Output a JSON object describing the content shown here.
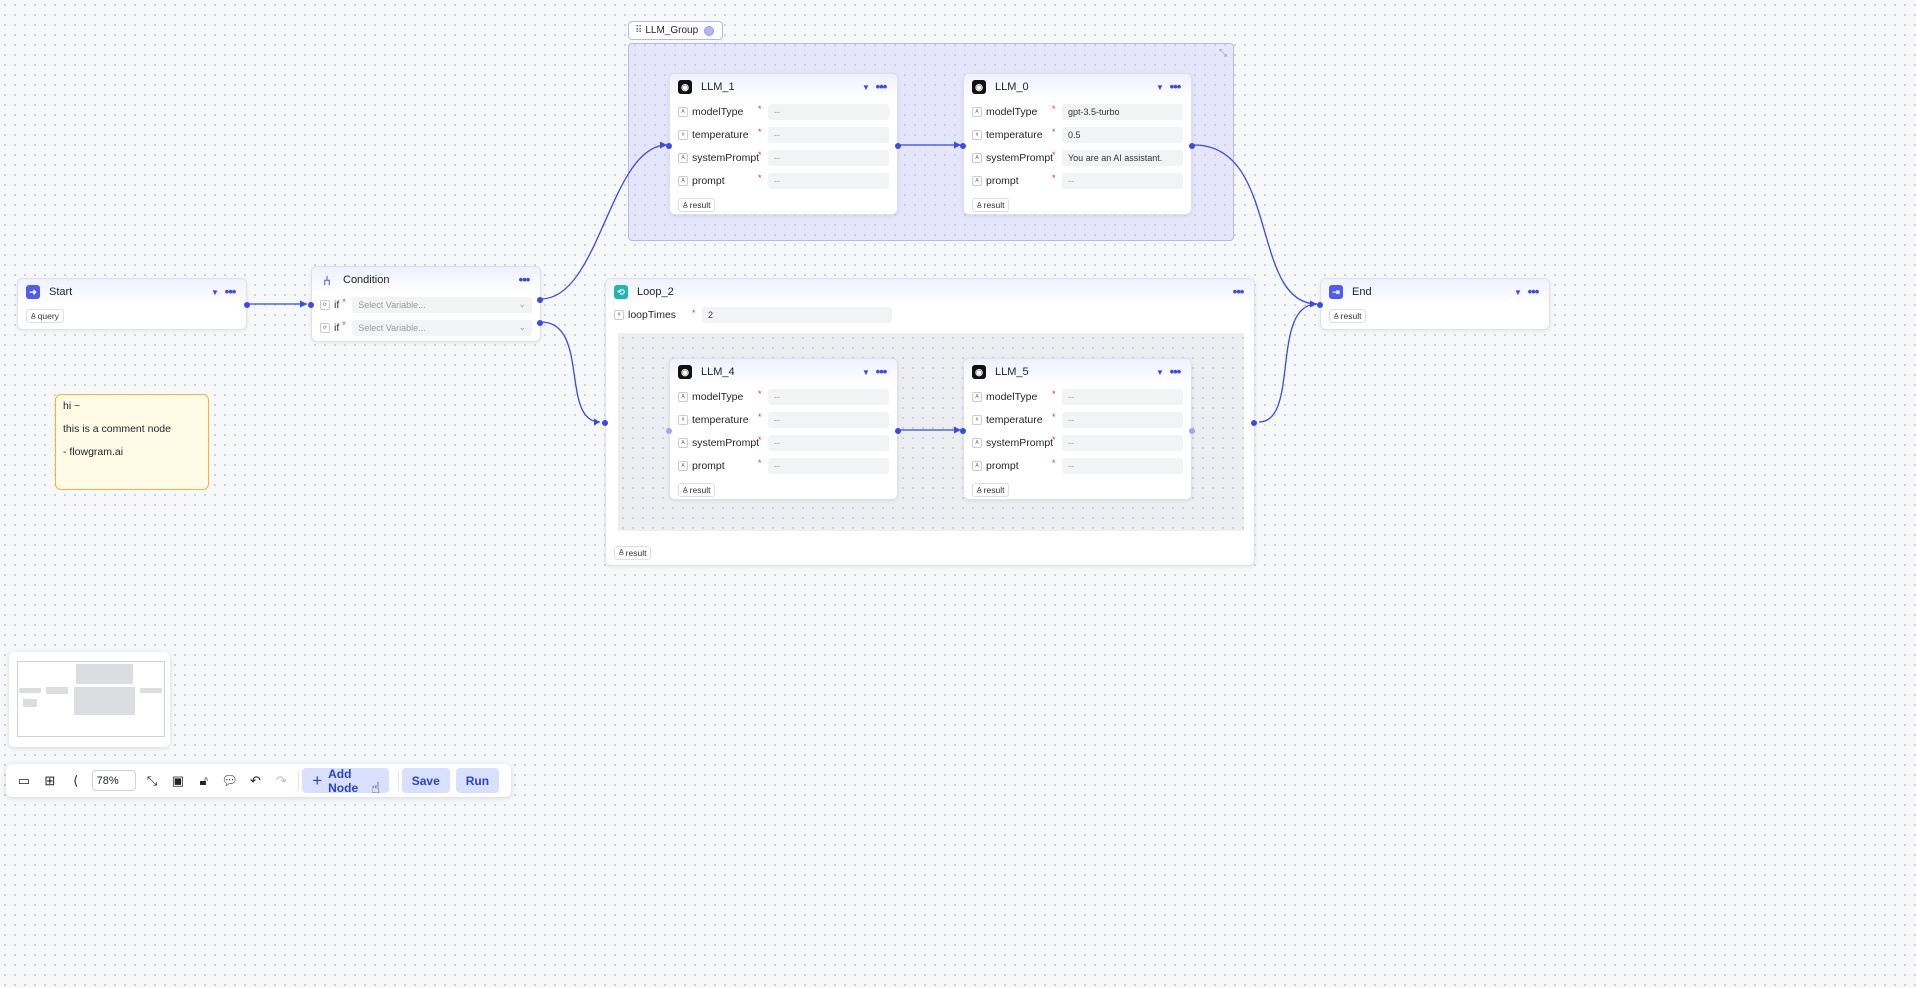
{
  "colors": {
    "accent": "#3b49e8",
    "group_fill": "#c4c2fc",
    "comment_border": "#f5b431",
    "required": "#e0383e"
  },
  "group": {
    "title": "LLM_Group"
  },
  "start": {
    "title": "Start",
    "output": "query"
  },
  "condition": {
    "title": "Condition",
    "rows": [
      {
        "keyword": "if",
        "placeholder": "Select Variable..."
      },
      {
        "keyword": "if",
        "placeholder": "Select Variable..."
      }
    ]
  },
  "llm1": {
    "title": "LLM_1",
    "rows": [
      {
        "label": "modelType",
        "value": "--"
      },
      {
        "label": "temperature",
        "value": "--"
      },
      {
        "label": "systemPrompt",
        "value": "--"
      },
      {
        "label": "prompt",
        "value": "--"
      }
    ],
    "output": "result"
  },
  "llm0": {
    "title": "LLM_0",
    "rows": [
      {
        "label": "modelType",
        "value": "gpt-3.5-turbo"
      },
      {
        "label": "temperature",
        "value": "0.5"
      },
      {
        "label": "systemPrompt",
        "value": "You are an AI assistant."
      },
      {
        "label": "prompt",
        "value": "--"
      }
    ],
    "output": "result"
  },
  "loop": {
    "title": "Loop_2",
    "loop_times_label": "loopTimes",
    "loop_times_value": "2",
    "output": "result"
  },
  "llm4": {
    "title": "LLM_4",
    "rows": [
      {
        "label": "modelType",
        "value": "--"
      },
      {
        "label": "temperature",
        "value": "--"
      },
      {
        "label": "systemPrompt",
        "value": "--"
      },
      {
        "label": "prompt",
        "value": "--"
      }
    ],
    "output": "result"
  },
  "llm5": {
    "title": "LLM_5",
    "rows": [
      {
        "label": "modelType",
        "value": "--"
      },
      {
        "label": "temperature",
        "value": "--"
      },
      {
        "label": "systemPrompt",
        "value": "--"
      },
      {
        "label": "prompt",
        "value": "--"
      }
    ],
    "output": "result"
  },
  "end": {
    "title": "End",
    "output": "result"
  },
  "comment": {
    "lines": [
      "hi ~",
      "this is a comment node",
      "- flowgram.ai"
    ]
  },
  "toolbar": {
    "zoom": "78%",
    "add_node_label": "Add Node",
    "save_label": "Save",
    "run_label": "Run"
  }
}
